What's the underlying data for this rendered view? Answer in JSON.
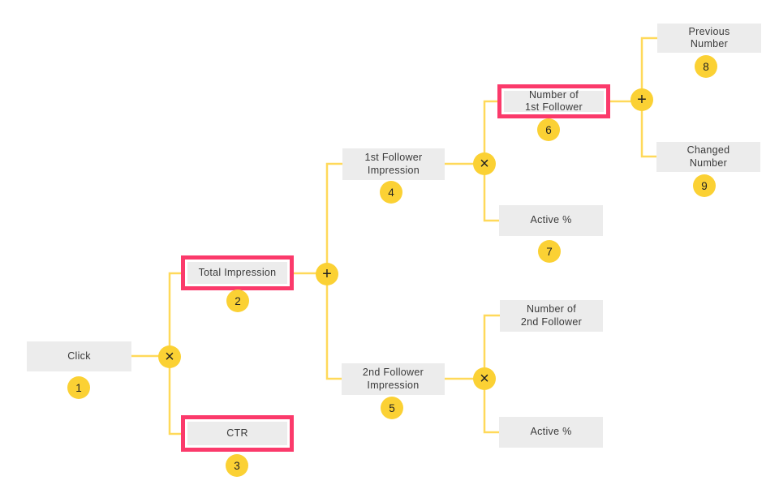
{
  "diagram": {
    "type": "metric-breakdown-tree",
    "colors": {
      "background": "#ffffff",
      "node_fill": "#ececec",
      "highlight_border": "#fb3a6b",
      "connector_line": "#ffd95a",
      "operator_fill": "#fbd134",
      "badge_fill": "#fbd134",
      "label_text": "#3a3a3a"
    },
    "nodes": [
      {
        "label": "Click",
        "badge": "1",
        "highlighted": false
      },
      {
        "label": "Total Impression",
        "badge": "2",
        "highlighted": true
      },
      {
        "label": "CTR",
        "badge": "3",
        "highlighted": true
      },
      {
        "label": "1st Follower\nImpression",
        "badge": "4",
        "highlighted": false
      },
      {
        "label": "2nd Follower\nImpression",
        "badge": "5",
        "highlighted": false
      },
      {
        "label": "Number of\n1st Follower",
        "badge": "6",
        "highlighted": true
      },
      {
        "label": "Active %",
        "badge": "7",
        "highlighted": false
      },
      {
        "label": "Previous\nNumber",
        "badge": "8",
        "highlighted": false
      },
      {
        "label": "Changed\nNumber",
        "badge": "9",
        "highlighted": false
      },
      {
        "label": "Number of\n2nd Follower",
        "badge": "",
        "highlighted": false
      },
      {
        "label": "Active %",
        "badge": "",
        "highlighted": false
      }
    ],
    "operators": [
      {
        "symbol": "×",
        "between": "Total Impression / CTR"
      },
      {
        "symbol": "+",
        "between": "1st Follower Impression / 2nd Follower Impression"
      },
      {
        "symbol": "×",
        "between": "Number of 1st Follower / Active %"
      },
      {
        "symbol": "+",
        "between": "Previous Number / Changed Number"
      },
      {
        "symbol": "×",
        "between": "Number of 2nd Follower / Active %"
      }
    ]
  }
}
